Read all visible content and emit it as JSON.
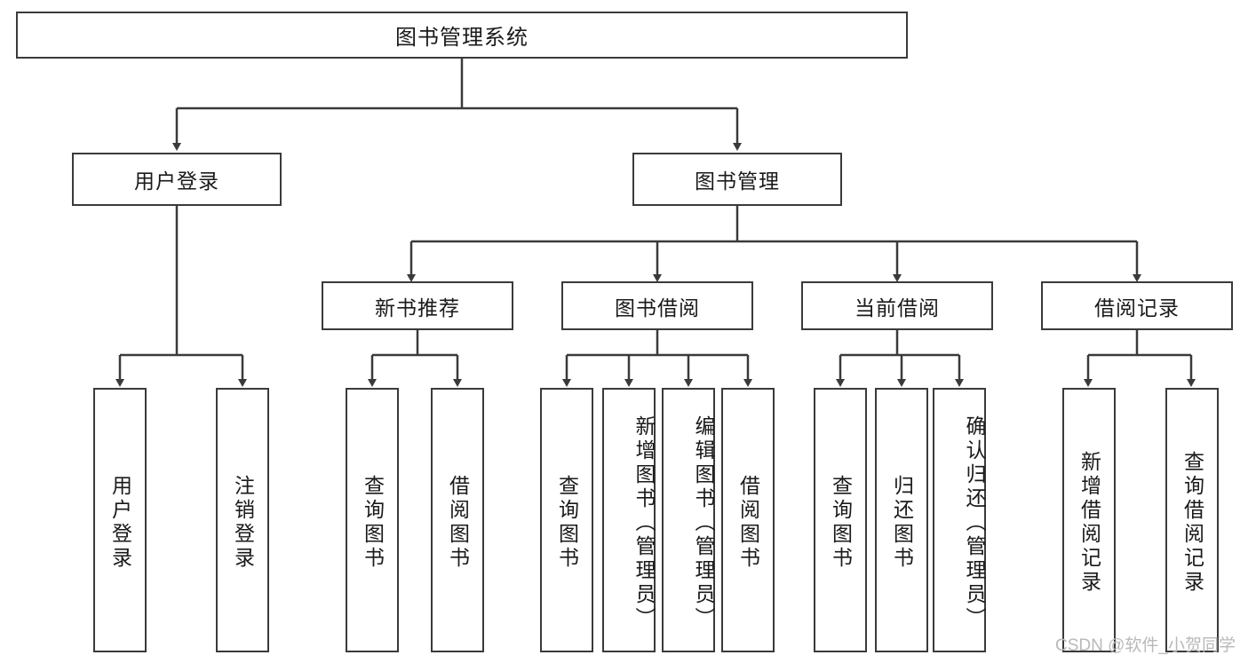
{
  "diagram": {
    "type": "tree-hierarchy",
    "title": "图书管理系统",
    "root": {
      "id": "root",
      "label": "图书管理系统"
    },
    "level2": [
      {
        "id": "user-login",
        "label": "用户登录"
      },
      {
        "id": "book-manage",
        "label": "图书管理"
      }
    ],
    "level3": [
      {
        "id": "new-book-recommend",
        "label": "新书推荐",
        "parent": "book-manage"
      },
      {
        "id": "book-borrow",
        "label": "图书借阅",
        "parent": "book-manage"
      },
      {
        "id": "current-borrow",
        "label": "当前借阅",
        "parent": "book-manage"
      },
      {
        "id": "borrow-record",
        "label": "借阅记录",
        "parent": "book-manage"
      }
    ],
    "leaves": {
      "user_login": [
        {
          "id": "leaf-user-login",
          "label": "用户登录"
        },
        {
          "id": "leaf-logout-login",
          "label": "注销登录"
        }
      ],
      "new_book_recommend": [
        {
          "id": "leaf-query-book-1",
          "label": "查询图书"
        },
        {
          "id": "leaf-borrow-book-1",
          "label": "借阅图书"
        }
      ],
      "book_borrow": [
        {
          "id": "leaf-query-book-2",
          "label": "查询图书"
        },
        {
          "id": "leaf-add-book",
          "label": "新增图书（管理员）"
        },
        {
          "id": "leaf-edit-book",
          "label": "编辑图书（管理员）"
        },
        {
          "id": "leaf-borrow-book-2",
          "label": "借阅图书"
        }
      ],
      "current_borrow": [
        {
          "id": "leaf-query-book-3",
          "label": "查询图书"
        },
        {
          "id": "leaf-return-book",
          "label": "归还图书"
        },
        {
          "id": "leaf-confirm-return",
          "label": "确认归还（管理员）"
        }
      ],
      "borrow_record": [
        {
          "id": "leaf-add-record",
          "label": "新增借阅记录"
        },
        {
          "id": "leaf-query-record",
          "label": "查询借阅记录"
        }
      ]
    }
  },
  "watermark": {
    "text": "CSDN @软件_小贺同学"
  },
  "colors": {
    "border": "#3a3a3a",
    "background": "#ffffff",
    "text": "#1a1a1a",
    "watermark": "#b9b9b9"
  }
}
